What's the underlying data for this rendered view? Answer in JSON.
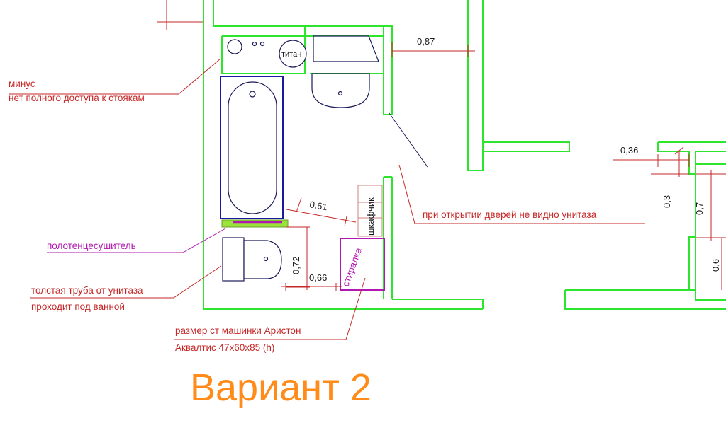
{
  "annotations": {
    "minus_line1": "минус",
    "minus_line2": "нет полного доступа к стоякам",
    "door_note": "при открытии дверей не видно унитаза",
    "towel_dryer": "полотенцесушитель",
    "pipe_line1": "толстая труба от унитаза",
    "pipe_line2": "проходит под ванной",
    "washer_line1": "размер ст машинки Аристон",
    "washer_line2": "Аквалтис 47x60x85 (h)"
  },
  "labels": {
    "boiler": "титан",
    "cabinet": "шкафчик",
    "washer": "стиралка"
  },
  "dimensions": {
    "d087": "0,87",
    "d061": "0,61",
    "d072": "0,72",
    "d066": "0,66",
    "d036": "0,36",
    "d03": "0,3",
    "d07": "0,7",
    "d06": "0,6"
  },
  "title": "Вариант 2",
  "colors": {
    "walls": "#2ee52e",
    "fixtures": "#1b1b5a",
    "dimension_lines": "#c62828",
    "magenta_items": "#b118b1",
    "towel_dryer_bar": "#9be33a",
    "title": "#ff8c1a"
  }
}
